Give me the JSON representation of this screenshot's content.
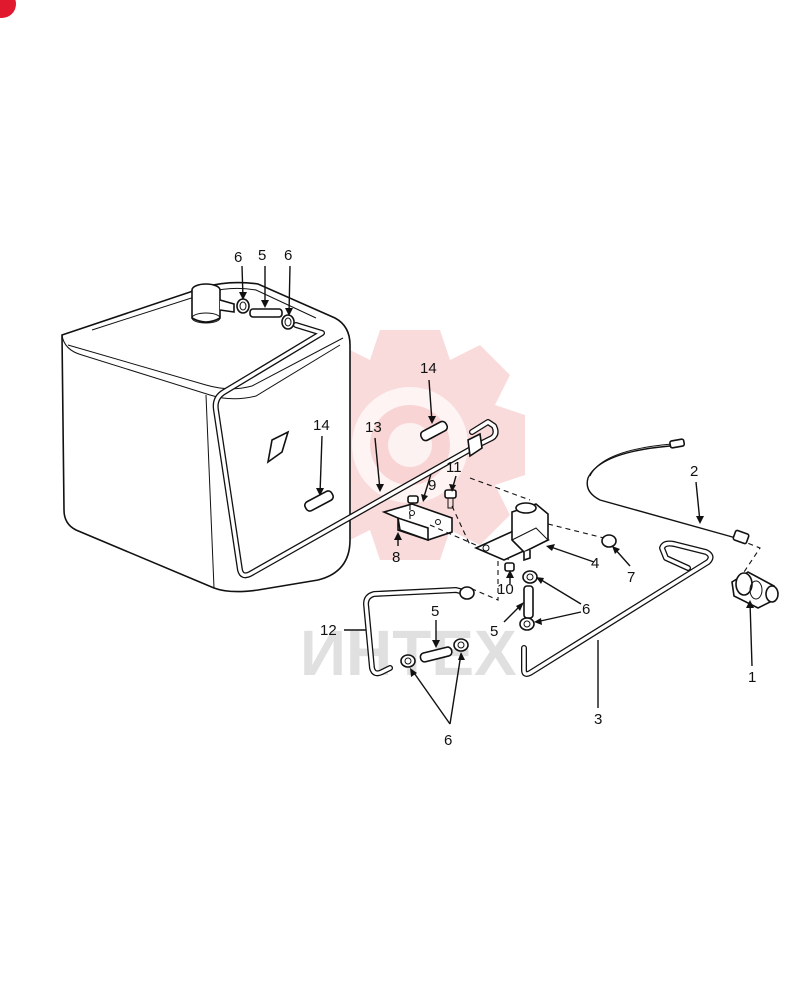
{
  "diagram": {
    "watermark_text": "ИНТЕХ",
    "callouts": {
      "c1": "1",
      "c2": "2",
      "c3": "3",
      "c4": "4",
      "c5a": "5",
      "c5b": "5",
      "c5c": "5",
      "c6a": "6",
      "c6b": "6",
      "c6c": "6",
      "c6d": "6",
      "c7": "7",
      "c8": "8",
      "c9": "9",
      "c10": "10",
      "c11": "11",
      "c12": "12",
      "c13": "13",
      "c14a": "14",
      "c14b": "14"
    }
  }
}
